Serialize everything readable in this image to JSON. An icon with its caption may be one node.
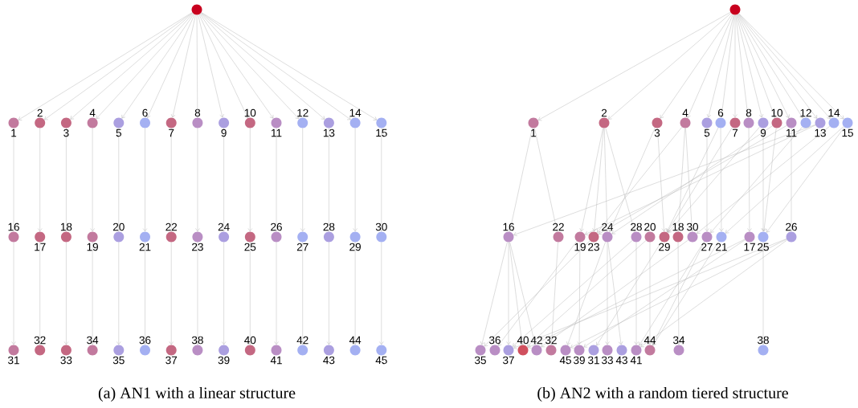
{
  "diagram": {
    "nodes": [
      {
        "text": [],
        "shape": "circle"
      },
      {
        "text": [],
        "shape": "circle",
        "beside": [
          "1"
        ]
      },
      {
        "text": [],
        "shape": "circle",
        "beside": [
          "2"
        ]
      },
      {
        "text": [],
        "shape": "circle",
        "beside": [
          "3"
        ]
      },
      {
        "text": [],
        "shape": "circle",
        "beside": [
          "4"
        ]
      },
      {
        "text": [],
        "shape": "circle",
        "beside": [
          "5"
        ]
      },
      {
        "text": [],
        "shape": "circle",
        "beside": [
          "6"
        ]
      },
      {
        "text": [],
        "shape": "circle",
        "beside": [
          "7"
        ]
      },
      {
        "text": [],
        "shape": "circle",
        "beside": [
          "8"
        ]
      },
      {
        "text": [],
        "shape": "circle",
        "beside": [
          "9"
        ]
      },
      {
        "text": [],
        "shape": "circle",
        "beside": [
          "10"
        ]
      },
      {
        "text": [],
        "shape": "circle",
        "beside": [
          "11"
        ]
      },
      {
        "text": [],
        "shape": "circle",
        "beside": [
          "12"
        ]
      },
      {
        "text": [],
        "shape": "circle",
        "beside": [
          "13"
        ]
      },
      {
        "text": [],
        "shape": "circle",
        "beside": [
          "14"
        ]
      },
      {
        "text": [],
        "shape": "circle",
        "beside": [
          "15"
        ]
      },
      {
        "text": [],
        "shape": "circle",
        "beside": [
          "16"
        ]
      },
      {
        "text": [],
        "shape": "circle",
        "beside": [
          "17"
        ]
      },
      {
        "text": [],
        "shape": "circle",
        "beside": [
          "18"
        ]
      },
      {
        "text": [],
        "shape": "circle",
        "beside": [
          "19"
        ]
      },
      {
        "text": [],
        "shape": "circle",
        "beside": [
          "20"
        ]
      },
      {
        "text": [],
        "shape": "circle",
        "beside": [
          "21"
        ]
      },
      {
        "text": [],
        "shape": "circle",
        "beside": [
          "22"
        ]
      },
      {
        "text": [],
        "shape": "circle",
        "beside": [
          "23"
        ]
      },
      {
        "text": [],
        "shape": "circle",
        "beside": [
          "24"
        ]
      },
      {
        "text": [],
        "shape": "circle",
        "beside": [
          "25"
        ]
      },
      {
        "text": [],
        "shape": "circle",
        "beside": [
          "26"
        ]
      },
      {
        "text": [],
        "shape": "circle",
        "beside": [
          "27"
        ]
      },
      {
        "text": [],
        "shape": "circle",
        "beside": [
          "28"
        ]
      },
      {
        "text": [],
        "shape": "circle",
        "beside": [
          "29"
        ]
      },
      {
        "text": [],
        "shape": "circle",
        "beside": [
          "30"
        ]
      },
      {
        "text": [],
        "shape": "circle",
        "beside": [
          "31"
        ]
      },
      {
        "text": [],
        "shape": "circle",
        "beside": [
          "32"
        ]
      },
      {
        "text": [],
        "shape": "circle",
        "beside": [
          "33"
        ]
      },
      {
        "text": [],
        "shape": "circle",
        "beside": [
          "34"
        ]
      },
      {
        "text": [],
        "shape": "circle",
        "beside": [
          "35"
        ]
      },
      {
        "text": [],
        "shape": "circle",
        "beside": [
          "36"
        ]
      },
      {
        "text": [],
        "shape": "circle",
        "beside": [
          "37"
        ]
      },
      {
        "text": [],
        "shape": "circle",
        "beside": [
          "38"
        ]
      },
      {
        "text": [],
        "shape": "circle",
        "beside": [
          "39"
        ]
      },
      {
        "text": [],
        "shape": "circle",
        "beside": [
          "40"
        ]
      },
      {
        "text": [],
        "shape": "circle",
        "beside": [
          "41"
        ]
      },
      {
        "text": [],
        "shape": "circle",
        "beside": [
          "42"
        ]
      },
      {
        "text": [],
        "shape": "circle",
        "beside": [
          "43"
        ]
      },
      {
        "text": [],
        "shape": "circle",
        "beside": [
          "44"
        ]
      },
      {
        "text": [],
        "shape": "circle",
        "beside": [
          "45"
        ]
      },
      {
        "text": [],
        "shape": "circle"
      },
      {
        "text": [],
        "shape": "circle",
        "beside": [
          "1"
        ]
      },
      {
        "text": [],
        "shape": "circle",
        "beside": [
          "2"
        ]
      },
      {
        "text": [],
        "shape": "circle",
        "beside": [
          "3"
        ]
      },
      {
        "text": [],
        "shape": "circle",
        "beside": [
          "4"
        ]
      },
      {
        "text": [],
        "shape": "circle",
        "beside": [
          "5"
        ]
      },
      {
        "text": [],
        "shape": "circle",
        "beside": [
          "6"
        ]
      },
      {
        "text": [],
        "shape": "circle",
        "beside": [
          "7"
        ]
      },
      {
        "text": [],
        "shape": "circle",
        "beside": [
          "8"
        ]
      },
      {
        "text": [],
        "shape": "circle",
        "beside": [
          "9"
        ]
      },
      {
        "text": [],
        "shape": "circle",
        "beside": [
          "10"
        ]
      },
      {
        "text": [],
        "shape": "circle",
        "beside": [
          "11"
        ]
      },
      {
        "text": [],
        "shape": "circle",
        "beside": [
          "12"
        ]
      },
      {
        "text": [],
        "shape": "circle",
        "beside": [
          "13"
        ]
      },
      {
        "text": [],
        "shape": "circle",
        "beside": [
          "14"
        ]
      },
      {
        "text": [],
        "shape": "circle",
        "beside": [
          "15"
        ]
      },
      {
        "text": [],
        "shape": "circle",
        "beside": [
          "16"
        ]
      },
      {
        "text": [],
        "shape": "circle",
        "beside": [
          "22"
        ]
      },
      {
        "text": [],
        "shape": "circle",
        "beside": [
          "19"
        ]
      },
      {
        "text": [],
        "shape": "circle",
        "beside": [
          "23"
        ]
      },
      {
        "text": [],
        "shape": "circle",
        "beside": [
          "24"
        ]
      },
      {
        "text": [],
        "shape": "circle",
        "beside": [
          "28"
        ]
      },
      {
        "text": [],
        "shape": "circle",
        "beside": [
          "20"
        ]
      },
      {
        "text": [],
        "shape": "circle",
        "beside": [
          "29"
        ]
      },
      {
        "text": [],
        "shape": "circle",
        "beside": [
          "18"
        ]
      },
      {
        "text": [],
        "shape": "circle",
        "beside": [
          "30"
        ]
      },
      {
        "text": [],
        "shape": "circle",
        "beside": [
          "27"
        ]
      },
      {
        "text": [],
        "shape": "circle",
        "beside": [
          "21"
        ]
      },
      {
        "text": [],
        "shape": "circle",
        "beside": [
          "17"
        ]
      },
      {
        "text": [],
        "shape": "circle",
        "beside": [
          "25"
        ]
      },
      {
        "text": [],
        "shape": "circle",
        "beside": [
          "26"
        ]
      },
      {
        "text": [],
        "shape": "circle",
        "beside": [
          "35"
        ]
      },
      {
        "text": [],
        "shape": "circle",
        "beside": [
          "36"
        ]
      },
      {
        "text": [],
        "shape": "circle",
        "beside": [
          "37"
        ]
      },
      {
        "text": [],
        "shape": "circle",
        "beside": [
          "40"
        ]
      },
      {
        "text": [],
        "shape": "circle",
        "beside": [
          "42"
        ]
      },
      {
        "text": [],
        "shape": "circle",
        "beside": [
          "32"
        ]
      },
      {
        "text": [],
        "shape": "circle",
        "beside": [
          "45"
        ]
      },
      {
        "text": [],
        "shape": "circle",
        "beside": [
          "39"
        ]
      },
      {
        "text": [],
        "shape": "circle",
        "beside": [
          "31"
        ]
      },
      {
        "text": [],
        "shape": "circle",
        "beside": [
          "33"
        ]
      },
      {
        "text": [],
        "shape": "circle",
        "beside": [
          "43"
        ]
      },
      {
        "text": [],
        "shape": "circle",
        "beside": [
          "41"
        ]
      },
      {
        "text": [],
        "shape": "circle",
        "beside": [
          "44"
        ]
      },
      {
        "text": [],
        "shape": "circle",
        "beside": [
          "34"
        ]
      },
      {
        "text": [],
        "shape": "circle",
        "beside": [
          "38"
        ]
      }
    ],
    "edges": [
      {
        "from": 0,
        "to": 1,
        "arrow": "to"
      },
      {
        "from": 0,
        "to": 2,
        "arrow": "to"
      },
      {
        "from": 0,
        "to": 3,
        "arrow": "to"
      },
      {
        "from": 0,
        "to": 4,
        "arrow": "to"
      },
      {
        "from": 0,
        "to": 5,
        "arrow": "to"
      },
      {
        "from": 0,
        "to": 6,
        "arrow": "to"
      },
      {
        "from": 0,
        "to": 7,
        "arrow": "to"
      },
      {
        "from": 0,
        "to": 8,
        "arrow": "to"
      },
      {
        "from": 0,
        "to": 9,
        "arrow": "to"
      },
      {
        "from": 0,
        "to": 10,
        "arrow": "to"
      },
      {
        "from": 0,
        "to": 11,
        "arrow": "to"
      },
      {
        "from": 0,
        "to": 12,
        "arrow": "to"
      },
      {
        "from": 0,
        "to": 13,
        "arrow": "to"
      },
      {
        "from": 0,
        "to": 14,
        "arrow": "to"
      },
      {
        "from": 0,
        "to": 15,
        "arrow": "to"
      },
      {
        "from": 1,
        "to": 16,
        "arrow": "to"
      },
      {
        "from": 2,
        "to": 17,
        "arrow": "to"
      },
      {
        "from": 3,
        "to": 18,
        "arrow": "to"
      },
      {
        "from": 4,
        "to": 19,
        "arrow": "to"
      },
      {
        "from": 5,
        "to": 20,
        "arrow": "to"
      },
      {
        "from": 6,
        "to": 21,
        "arrow": "to"
      },
      {
        "from": 7,
        "to": 22,
        "arrow": "to"
      },
      {
        "from": 8,
        "to": 23,
        "arrow": "to"
      },
      {
        "from": 9,
        "to": 24,
        "arrow": "to"
      },
      {
        "from": 10,
        "to": 25,
        "arrow": "to"
      },
      {
        "from": 11,
        "to": 26,
        "arrow": "to"
      },
      {
        "from": 12,
        "to": 27,
        "arrow": "to"
      },
      {
        "from": 13,
        "to": 28,
        "arrow": "to"
      },
      {
        "from": 14,
        "to": 29,
        "arrow": "to"
      },
      {
        "from": 15,
        "to": 30,
        "arrow": "to"
      },
      {
        "from": 16,
        "to": 31,
        "arrow": "to"
      },
      {
        "from": 17,
        "to": 32,
        "arrow": "to"
      },
      {
        "from": 18,
        "to": 33,
        "arrow": "to"
      },
      {
        "from": 19,
        "to": 34,
        "arrow": "to"
      },
      {
        "from": 20,
        "to": 35,
        "arrow": "to"
      },
      {
        "from": 21,
        "to": 36,
        "arrow": "to"
      },
      {
        "from": 22,
        "to": 37,
        "arrow": "to"
      },
      {
        "from": 23,
        "to": 38,
        "arrow": "to"
      },
      {
        "from": 24,
        "to": 39,
        "arrow": "to"
      },
      {
        "from": 25,
        "to": 40,
        "arrow": "to"
      },
      {
        "from": 26,
        "to": 41,
        "arrow": "to"
      },
      {
        "from": 27,
        "to": 42,
        "arrow": "to"
      },
      {
        "from": 28,
        "to": 43,
        "arrow": "to"
      },
      {
        "from": 29,
        "to": 44,
        "arrow": "to"
      },
      {
        "from": 30,
        "to": 45,
        "arrow": "to"
      },
      {
        "from": 46,
        "to": 47,
        "arrow": "to"
      },
      {
        "from": 46,
        "to": 48,
        "arrow": "to"
      },
      {
        "from": 46,
        "to": 49,
        "arrow": "to"
      },
      {
        "from": 46,
        "to": 50,
        "arrow": "to"
      },
      {
        "from": 46,
        "to": 51,
        "arrow": "to"
      },
      {
        "from": 46,
        "to": 52,
        "arrow": "to"
      },
      {
        "from": 46,
        "to": 53,
        "arrow": "to"
      },
      {
        "from": 46,
        "to": 54,
        "arrow": "to"
      },
      {
        "from": 46,
        "to": 55,
        "arrow": "to"
      },
      {
        "from": 46,
        "to": 56,
        "arrow": "to"
      },
      {
        "from": 46,
        "to": 57,
        "arrow": "to"
      },
      {
        "from": 46,
        "to": 58,
        "arrow": "to"
      },
      {
        "from": 46,
        "to": 59,
        "arrow": "to"
      },
      {
        "from": 46,
        "to": 60,
        "arrow": "to"
      },
      {
        "from": 46,
        "to": 61,
        "arrow": "to"
      },
      {
        "from": 47,
        "to": 62,
        "arrow": "to"
      },
      {
        "from": 47,
        "to": 63,
        "arrow": "to"
      },
      {
        "from": 48,
        "to": 64,
        "arrow": "to"
      },
      {
        "from": 48,
        "to": 65,
        "arrow": "to"
      },
      {
        "from": 48,
        "to": 66,
        "arrow": "to"
      },
      {
        "from": 48,
        "to": 67,
        "arrow": "to"
      },
      {
        "from": 49,
        "to": 69,
        "arrow": "to"
      },
      {
        "from": 49,
        "to": 66,
        "arrow": "to"
      },
      {
        "from": 50,
        "to": 70,
        "arrow": "to"
      },
      {
        "from": 50,
        "to": 71,
        "arrow": "to"
      },
      {
        "from": 50,
        "to": 65,
        "arrow": "to"
      },
      {
        "from": 51,
        "to": 72,
        "arrow": "to"
      },
      {
        "from": 52,
        "to": 73,
        "arrow": "to"
      },
      {
        "from": 52,
        "to": 69,
        "arrow": "to"
      },
      {
        "from": 53,
        "to": 69,
        "arrow": "to"
      },
      {
        "from": 54,
        "to": 74,
        "arrow": "to"
      },
      {
        "from": 55,
        "to": 75,
        "arrow": "to"
      },
      {
        "from": 55,
        "to": 69,
        "arrow": "to"
      },
      {
        "from": 56,
        "to": 75,
        "arrow": "to"
      },
      {
        "from": 56,
        "to": 66,
        "arrow": "to"
      },
      {
        "from": 57,
        "to": 76,
        "arrow": "to"
      },
      {
        "from": 57,
        "to": 65,
        "arrow": "to"
      },
      {
        "from": 58,
        "to": 72,
        "arrow": "to"
      },
      {
        "from": 59,
        "to": 62,
        "arrow": "to"
      },
      {
        "from": 59,
        "to": 64,
        "arrow": "to"
      },
      {
        "from": 60,
        "to": 71,
        "arrow": "to"
      },
      {
        "from": 61,
        "to": 75,
        "arrow": "to"
      },
      {
        "from": 61,
        "to": 73,
        "arrow": "to"
      },
      {
        "from": 62,
        "to": 77,
        "arrow": "to"
      },
      {
        "from": 62,
        "to": 79,
        "arrow": "to"
      },
      {
        "from": 62,
        "to": 80,
        "arrow": "to"
      },
      {
        "from": 62,
        "to": 81,
        "arrow": "to"
      },
      {
        "from": 63,
        "to": 82,
        "arrow": "to"
      },
      {
        "from": 64,
        "to": 84,
        "arrow": "to"
      },
      {
        "from": 64,
        "to": 78,
        "arrow": "to"
      },
      {
        "from": 65,
        "to": 77,
        "arrow": "to"
      },
      {
        "from": 66,
        "to": 86,
        "arrow": "to"
      },
      {
        "from": 66,
        "to": 87,
        "arrow": "to"
      },
      {
        "from": 66,
        "to": 83,
        "arrow": "to"
      },
      {
        "from": 67,
        "to": 88,
        "arrow": "to"
      },
      {
        "from": 67,
        "to": 79,
        "arrow": "to"
      },
      {
        "from": 68,
        "to": 89,
        "arrow": "to"
      },
      {
        "from": 68,
        "to": 80,
        "arrow": "to"
      },
      {
        "from": 69,
        "to": 85,
        "arrow": "to"
      },
      {
        "from": 70,
        "to": 90,
        "arrow": "to"
      },
      {
        "from": 71,
        "to": 81,
        "arrow": "to"
      },
      {
        "from": 72,
        "to": 89,
        "arrow": "to"
      },
      {
        "from": 72,
        "to": 88,
        "arrow": "to"
      },
      {
        "from": 73,
        "to": 89,
        "arrow": "to"
      },
      {
        "from": 74,
        "to": 84,
        "arrow": "to"
      },
      {
        "from": 74,
        "to": 80,
        "arrow": "to"
      },
      {
        "from": 75,
        "to": 91,
        "arrow": "to"
      },
      {
        "from": 76,
        "to": 79,
        "arrow": "to"
      },
      {
        "from": 76,
        "to": 83,
        "arrow": "to"
      },
      {
        "from": 76,
        "to": 88,
        "arrow": "to"
      }
    ],
    "labels": [
      "(a) AN1 with a linear structure",
      "(b) AN2 with a random tiered structure"
    ]
  }
}
